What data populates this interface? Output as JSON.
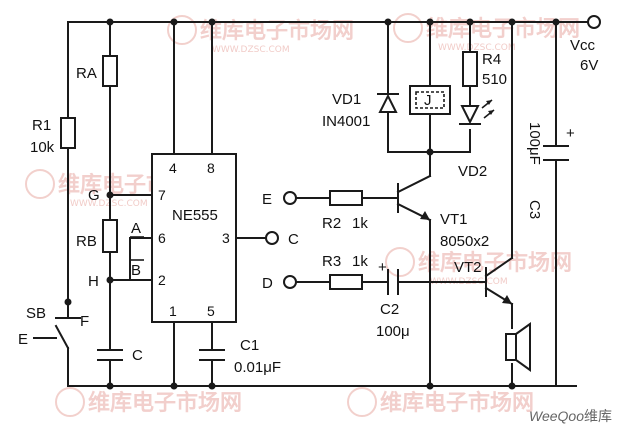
{
  "watermark": {
    "brand_text": "维库电子市场网",
    "url_text": "WWW.DZSC.COM"
  },
  "supply": {
    "label": "Vcc",
    "voltage": "6V"
  },
  "resistors": {
    "ra": {
      "name": "RA"
    },
    "rb": {
      "name": "RB"
    },
    "r1": {
      "name": "R1",
      "value": "10k"
    },
    "r2": {
      "name": "R2",
      "value": "1k"
    },
    "r3": {
      "name": "R3",
      "value": "1k"
    },
    "r4": {
      "name": "R4",
      "value": "510"
    }
  },
  "capacitors": {
    "c": {
      "name": "C"
    },
    "c1": {
      "name": "C1",
      "value": "0.01μF"
    },
    "c2": {
      "name": "C2",
      "value": "100μ"
    },
    "c3": {
      "name": "C3",
      "value": "100μF"
    }
  },
  "diodes": {
    "vd1": {
      "name": "VD1",
      "part": "IN4001"
    },
    "vd2": {
      "name": "VD2"
    }
  },
  "relay": {
    "name": "J"
  },
  "transistors": {
    "vt1": {
      "name": "VT1",
      "part": "8050x2"
    },
    "vt2": {
      "name": "VT2"
    }
  },
  "ic": {
    "name": "NE555",
    "pins": {
      "p1": "1",
      "p2": "2",
      "p3": "3",
      "p4": "4",
      "p5": "5",
      "p6": "6",
      "p7": "7",
      "p8": "8"
    },
    "pin6_label": "A",
    "pin2_label": "B"
  },
  "nodes": {
    "g": "G",
    "h": "H",
    "f": "F",
    "c_out": "C",
    "d_in": "D",
    "e_in": "E"
  },
  "switch": {
    "name": "SB",
    "terminal": "E"
  },
  "credit": {
    "brand": "WeeQoo",
    "cn": "维库"
  }
}
